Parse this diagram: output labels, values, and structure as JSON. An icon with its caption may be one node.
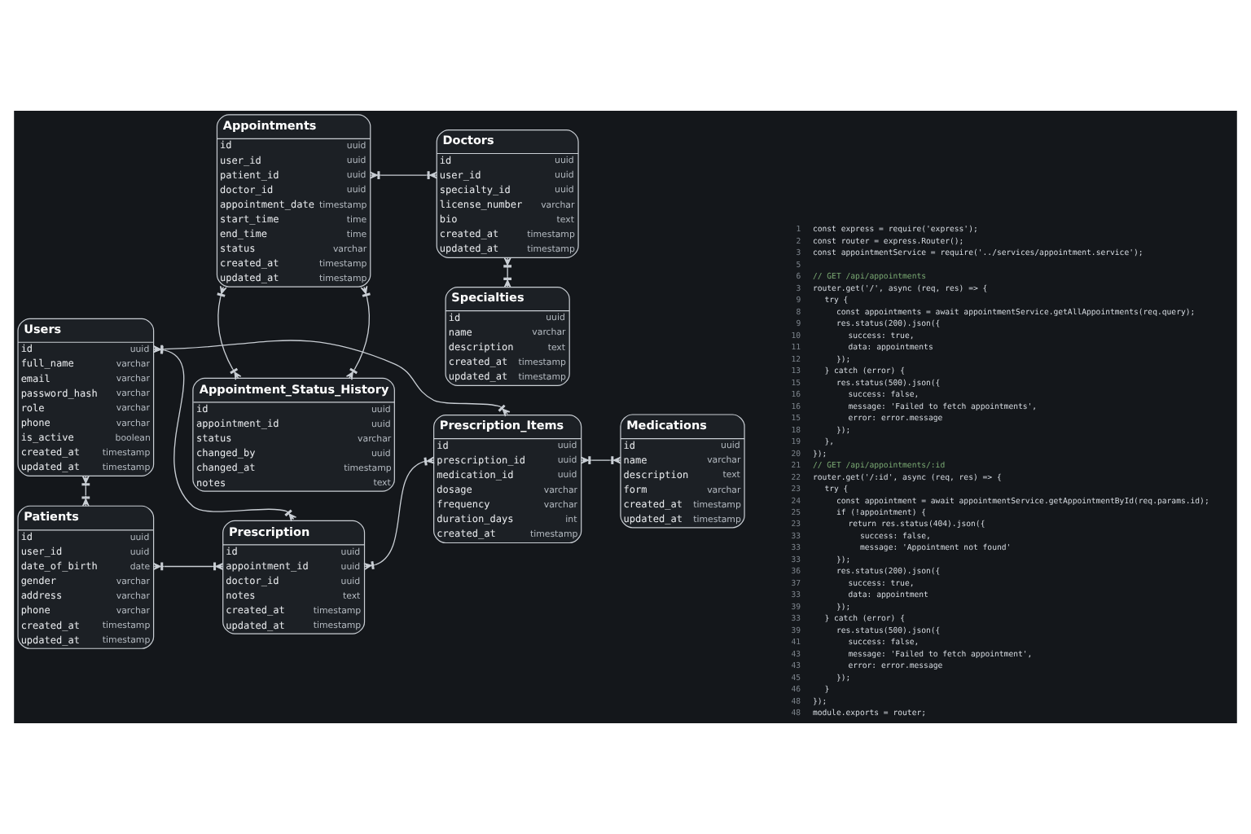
{
  "diagram": {
    "nodes": [
      {
        "text": [
          "Users",
          "id",
          "uuid",
          "full_name",
          "varchar",
          "email",
          "varchar",
          "password_hash",
          "varchar",
          "role",
          "varchar",
          "phone",
          "varchar",
          "is_active",
          "boolean",
          "created_at",
          "timestamp",
          "updated_at",
          "timestamp"
        ]
      },
      {
        "text": [
          "Appointments",
          "id",
          "uuid",
          "user_id",
          "uuid",
          "patient_id",
          "uuid",
          "doctor_id",
          "uuid",
          "appointment_date",
          "timestamp",
          "start_time",
          "time",
          "end_time",
          "time",
          "status",
          "varchar",
          "created_at",
          "timestamp",
          "updated_at",
          "timestamp"
        ]
      },
      {
        "text": [
          "Doctors",
          "id",
          "uuid",
          "user_id",
          "uuid",
          "specialty_id",
          "uuid",
          "license_number",
          "varchar",
          "bio",
          "text",
          "created_at",
          "timestamp",
          "updated_at",
          "timestamp"
        ]
      },
      {
        "text": [
          "Specialties",
          "id",
          "uuid",
          "name",
          "varchar",
          "description",
          "text",
          "created_at",
          "timestamp",
          "updated_at",
          "timestamp"
        ]
      },
      {
        "text": [
          "Appointment_Status_History",
          "id",
          "uuid",
          "appointment_id",
          "uuid",
          "status",
          "varchar",
          "changed_by",
          "uuid",
          "changed_at",
          "timestamp",
          "notes",
          "text"
        ]
      },
      {
        "text": [
          "Patients",
          "id",
          "uuid",
          "user_id",
          "uuid",
          "date_of_birth",
          "date",
          "gender",
          "varchar",
          "address",
          "varchar",
          "phone",
          "varchar",
          "created_at",
          "timestamp",
          "updated_at",
          "timestamp"
        ]
      },
      {
        "text": [
          "Prescription",
          "id",
          "uuid",
          "appointment_id",
          "uuid",
          "doctor_id",
          "uuid",
          "notes",
          "text",
          "created_at",
          "timestamp",
          "updated_at",
          "timestamp"
        ]
      },
      {
        "text": [
          "Prescription_Items",
          "id",
          "uuid",
          "prescription_id",
          "uuid",
          "medication_id",
          "uuid",
          "dosage",
          "varchar",
          "frequency",
          "varchar",
          "duration_days",
          "int",
          "created_at",
          "timestamp"
        ]
      },
      {
        "text": [
          "Medications",
          "id",
          "uuid",
          "name",
          "varchar",
          "description",
          "text",
          "form",
          "varchar",
          "created_at",
          "timestamp",
          "updated_at",
          "timestamp"
        ]
      }
    ],
    "edges": [
      {
        "from": 0,
        "to": 6,
        "arrow": "other"
      },
      {
        "from": 0,
        "to": 7,
        "arrow": "other"
      },
      {
        "from": 1,
        "to": 4,
        "arrow": "other"
      },
      {
        "from": 1,
        "to": 2,
        "arrow": "other"
      },
      {
        "from": 1,
        "to": 4,
        "arrow": "other"
      },
      {
        "from": 2,
        "to": 3,
        "arrow": "other"
      },
      {
        "from": 0,
        "to": 5,
        "arrow": "other"
      },
      {
        "from": 5,
        "to": 6,
        "arrow": "other"
      },
      {
        "from": 6,
        "to": 7,
        "arrow": "other"
      },
      {
        "from": 7,
        "to": 8,
        "arrow": "other"
      }
    ],
    "labels": [
      "1",
      "const express = require('express');",
      "2",
      "const router = express.Router();",
      "3",
      "const appointmentService = require('../services/appointment.service');",
      "5",
      "6",
      "// GET /api/appointments",
      "3",
      "router.get('/', async (req, res) => {",
      "9",
      "try {",
      "8",
      "const appointments = await appointmentService.getAllAppointments(req.query);",
      "9",
      "res.status(200).json({",
      "10",
      "success: true,",
      "11",
      "data: appointments",
      "12",
      "});",
      "13",
      "} catch (error) {",
      "15",
      "res.status(500).json({",
      "16",
      "success: false,",
      "16",
      "message: 'Failed to fetch appointments',",
      "15",
      "error: error.message",
      "18",
      "});",
      "19",
      "},",
      "20",
      "});",
      "21",
      "// GET /api/appointments/:id",
      "22",
      "router.get('/:id', async (req, res) => {",
      "23",
      "try {",
      "24",
      "const appointment = await appointmentService.getAppointmentById(req.params.id);",
      "25",
      "if (!appointment) {",
      "23",
      "return res.status(404).json({",
      "33",
      "success: false,",
      "33",
      "message: 'Appointment not found'",
      "33",
      "});",
      "36",
      "res.status(200).json({",
      "37",
      "success: true,",
      "33",
      "data: appointment",
      "39",
      "});",
      "33",
      "} catch (error) {",
      "39",
      "res.status(500).json({",
      "41",
      "success: false,",
      "43",
      "message: 'Failed to fetch appointment',",
      "43",
      "error: error.message",
      "45",
      "});",
      "46",
      "}",
      "48",
      "});",
      "48",
      "module.exports = router;"
    ]
  }
}
